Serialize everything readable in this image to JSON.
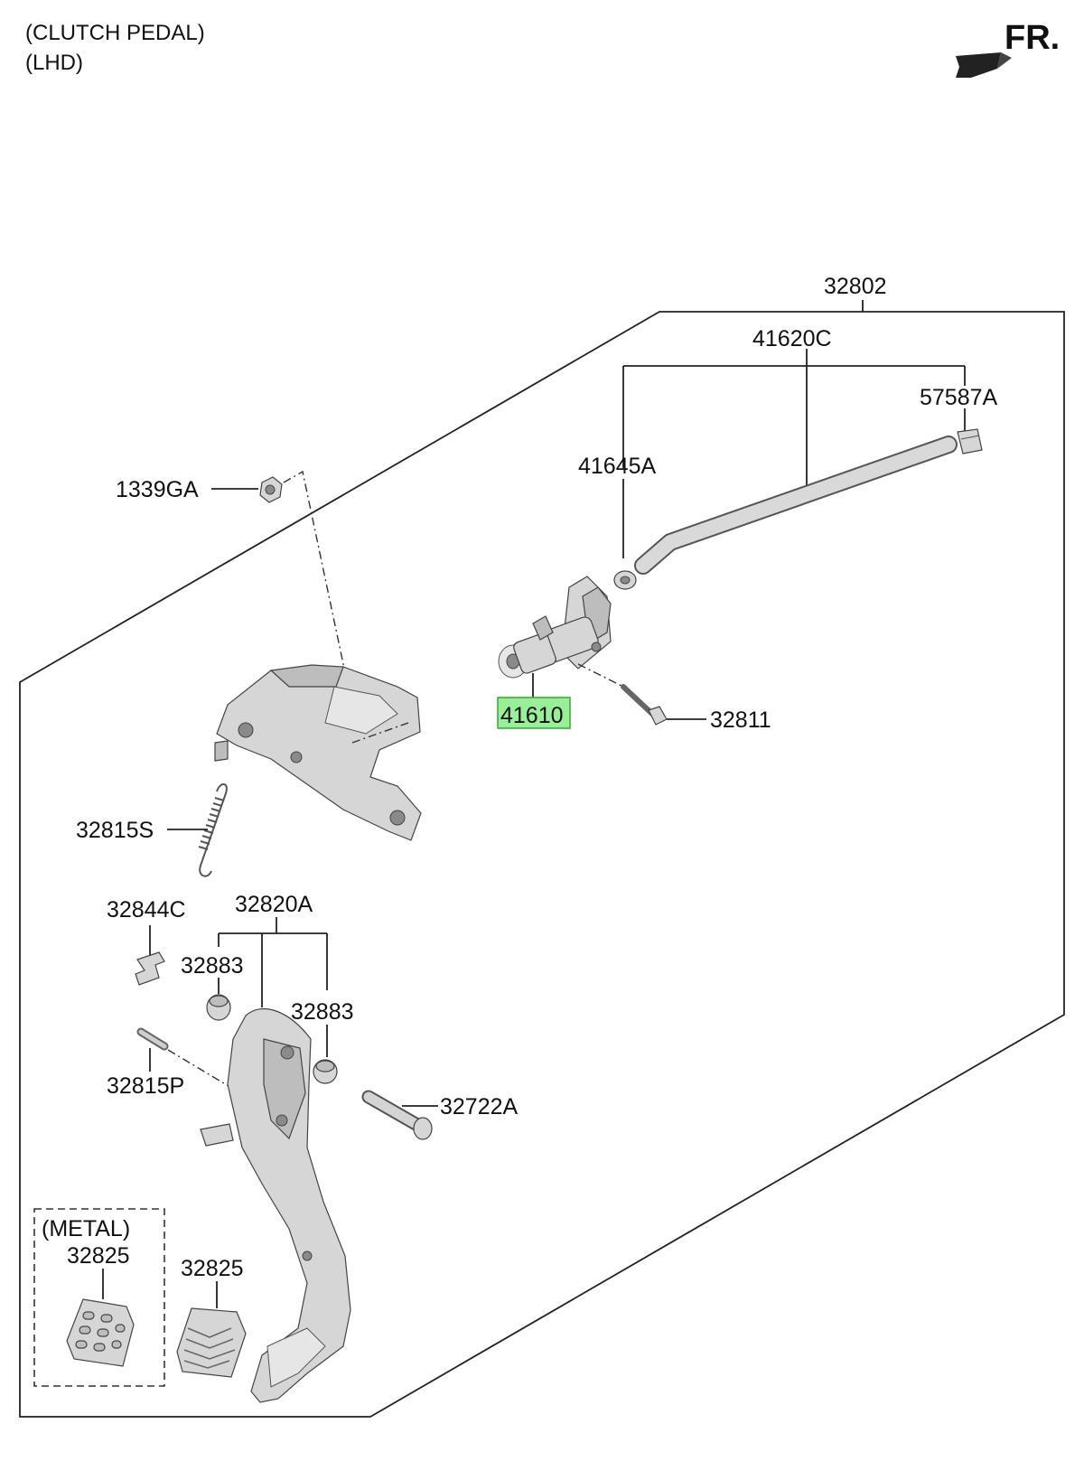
{
  "header": {
    "line1": "(CLUTCH PEDAL)",
    "line2": "(LHD)",
    "front_marker": "FR."
  },
  "parts": {
    "p32802": "32802",
    "p41620C": "41620C",
    "p57587A": "57587A",
    "p41645A": "41645A",
    "p1339GA": "1339GA",
    "p41610": "41610",
    "p32811": "32811",
    "p32815S": "32815S",
    "p32844C": "32844C",
    "p32820A": "32820A",
    "p32883_a": "32883",
    "p32883_b": "32883",
    "p32815P": "32815P",
    "p32722A": "32722A",
    "metal_note": "(METAL)",
    "p32825_metal": "32825",
    "p32825": "32825"
  },
  "highlight": {
    "part": "41610",
    "color": "#99ee99",
    "border": "#33aa33"
  }
}
